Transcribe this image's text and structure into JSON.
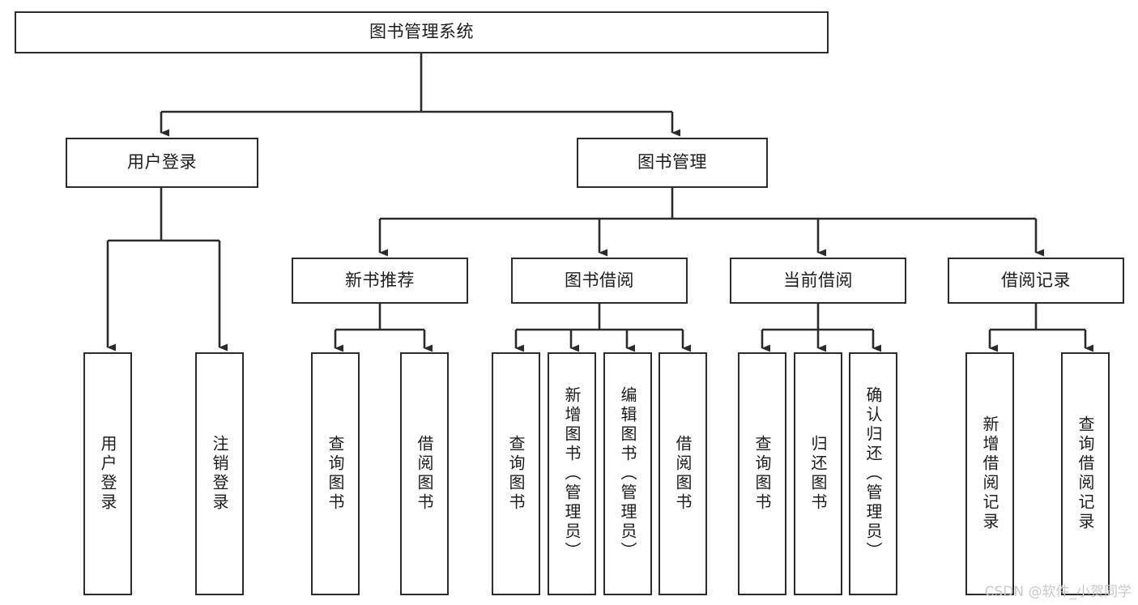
{
  "diagram": {
    "type": "tree-hierarchy-chart",
    "title": "图书管理系统",
    "watermark": "CSDN @软件_小贺同学",
    "colors": {
      "box_border": "#2b2b2b",
      "box_fill": "#ffffff",
      "connector": "#2b2b2b",
      "text": "#1c1c1c",
      "watermark": "#c9c9c9",
      "background": "#ffffff"
    },
    "levels": {
      "root": {
        "label": "图书管理系统",
        "orientation": "horizontal"
      },
      "level2": [
        {
          "label": "用户登录",
          "orientation": "horizontal"
        },
        {
          "label": "图书管理",
          "orientation": "horizontal"
        }
      ],
      "level3": [
        {
          "label": "新书推荐",
          "orientation": "horizontal",
          "parent": "图书管理"
        },
        {
          "label": "图书借阅",
          "orientation": "horizontal",
          "parent": "图书管理"
        },
        {
          "label": "当前借阅",
          "orientation": "horizontal",
          "parent": "图书管理"
        },
        {
          "label": "借阅记录",
          "orientation": "horizontal",
          "parent": "图书管理"
        }
      ],
      "leaves": [
        {
          "label": "用户登录",
          "orientation": "vertical",
          "parent": "用户登录"
        },
        {
          "label": "注销登录",
          "orientation": "vertical",
          "parent": "用户登录"
        },
        {
          "label": "查询图书",
          "orientation": "vertical",
          "parent": "新书推荐"
        },
        {
          "label": "借阅图书",
          "orientation": "vertical",
          "parent": "新书推荐"
        },
        {
          "label": "查询图书",
          "orientation": "vertical",
          "parent": "图书借阅"
        },
        {
          "label": "新增图书（管理员）",
          "orientation": "vertical",
          "parent": "图书借阅"
        },
        {
          "label": "编辑图书（管理员）",
          "orientation": "vertical",
          "parent": "图书借阅"
        },
        {
          "label": "借阅图书",
          "orientation": "vertical",
          "parent": "图书借阅"
        },
        {
          "label": "查询图书",
          "orientation": "vertical",
          "parent": "当前借阅"
        },
        {
          "label": "归还图书",
          "orientation": "vertical",
          "parent": "当前借阅"
        },
        {
          "label": "确认归还（管理员）",
          "orientation": "vertical",
          "parent": "当前借阅"
        },
        {
          "label": "新增借阅记录",
          "orientation": "vertical",
          "parent": "借阅记录"
        },
        {
          "label": "查询借阅记录",
          "orientation": "vertical",
          "parent": "借阅记录"
        }
      ]
    },
    "nodes": {
      "root": {
        "label": "图书管理系统"
      },
      "user_login": {
        "label": "用户登录"
      },
      "book_manage": {
        "label": "图书管理"
      },
      "new_book_rec": {
        "label": "新书推荐"
      },
      "book_borrow": {
        "label": "图书借阅"
      },
      "current_borrow": {
        "label": "当前借阅"
      },
      "borrow_record": {
        "label": "借阅记录"
      },
      "leaf_user_login": {
        "label": "用户登录"
      },
      "leaf_logout": {
        "label": "注销登录"
      },
      "leaf_query_book_1": {
        "label": "查询图书"
      },
      "leaf_borrow_book_1": {
        "label": "借阅图书"
      },
      "leaf_query_book_2": {
        "label": "查询图书"
      },
      "leaf_add_book_admin": {
        "label": "新增图书（管理员）"
      },
      "leaf_edit_book_admin": {
        "label": "编辑图书（管理员）"
      },
      "leaf_borrow_book_2": {
        "label": "借阅图书"
      },
      "leaf_query_book_3": {
        "label": "查询图书"
      },
      "leaf_return_book": {
        "label": "归还图书"
      },
      "leaf_confirm_return_admin": {
        "label": "确认归还（管理员）"
      },
      "leaf_add_record": {
        "label": "新增借阅记录"
      },
      "leaf_query_record": {
        "label": "查询借阅记录"
      }
    }
  }
}
